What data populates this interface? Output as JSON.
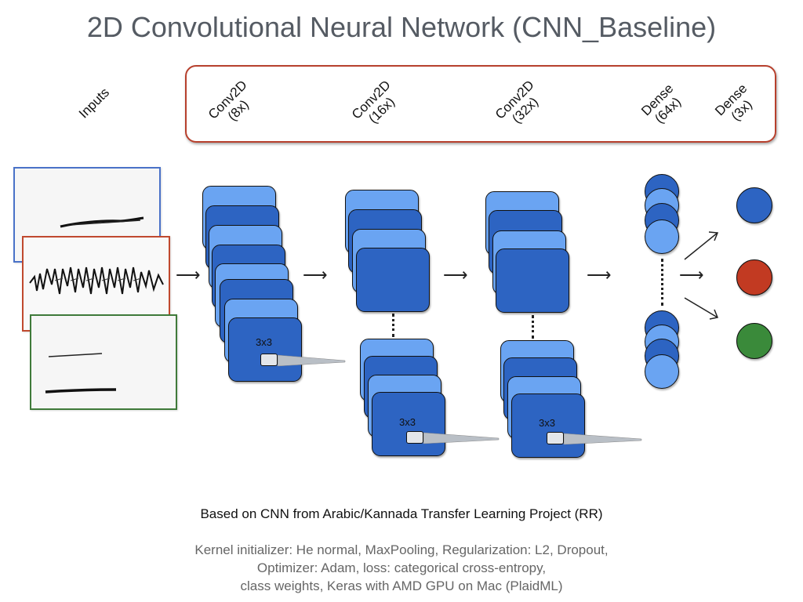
{
  "title": "2D Convolutional Neural Network (CNN_Baseline)",
  "layers": {
    "inputs": "Inputs",
    "conv1": {
      "name": "Conv2D",
      "count": "(8x)"
    },
    "conv2": {
      "name": "Conv2D",
      "count": "(16x)"
    },
    "conv3": {
      "name": "Conv2D",
      "count": "(32x)"
    },
    "dense1": {
      "name": "Dense",
      "count": "(64x)"
    },
    "dense2": {
      "name": "Dense",
      "count": "(3x)"
    }
  },
  "kernel_label": "3x3",
  "outputs": [
    {
      "color": "#2d64c2"
    },
    {
      "color": "#c23a22"
    },
    {
      "color": "#3a8a3a"
    }
  ],
  "input_frames": [
    {
      "border": "#4a72c8"
    },
    {
      "border": "#c0492e"
    },
    {
      "border": "#3f7a3a"
    }
  ],
  "footer": {
    "based_on": "Based on CNN from Arabic/Kannada Transfer Learning Project (RR)",
    "details_line1": "Kernel initializer: He normal, MaxPooling, Regularization: L2, Dropout,",
    "details_line2": "Optimizer: Adam, loss: categorical cross-entropy,",
    "details_line3": "class weights, Keras with AMD GPU on Mac (PlaidML)"
  }
}
